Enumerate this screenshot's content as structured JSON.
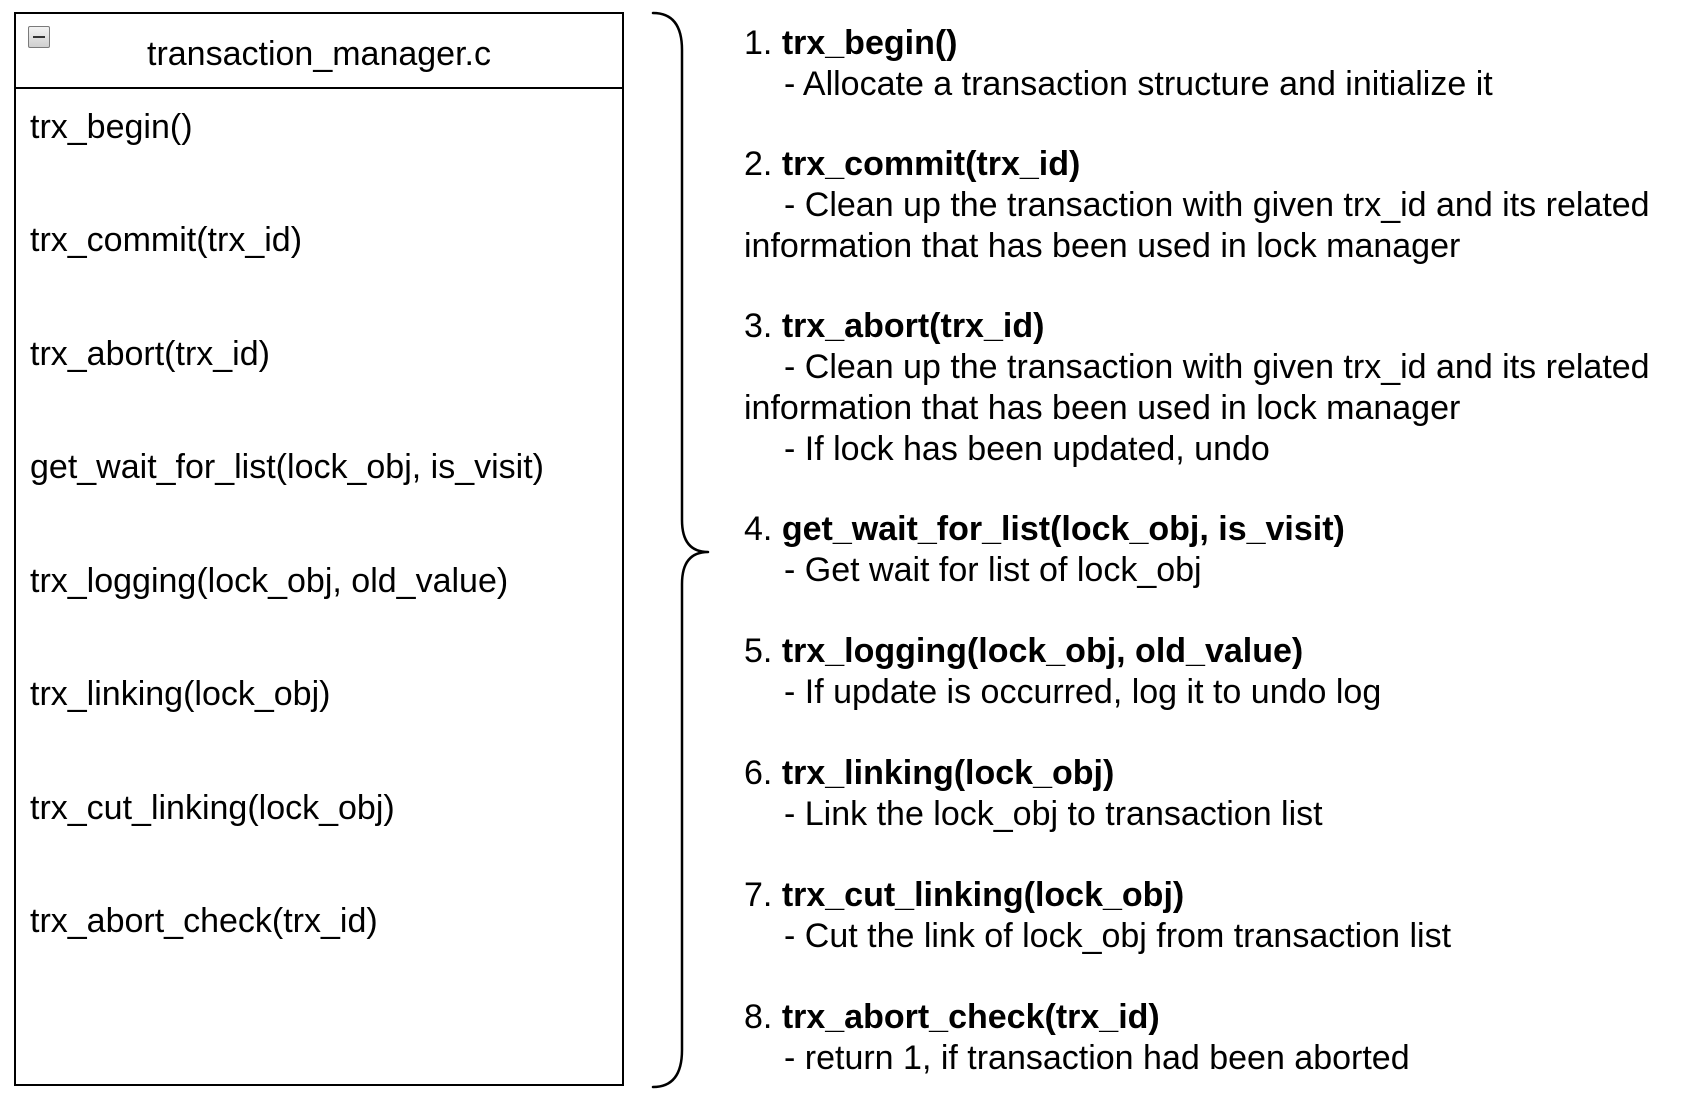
{
  "module": {
    "title": "transaction_manager.c",
    "methods": [
      "trx_begin()",
      "trx_commit(trx_id)",
      "trx_abort(trx_id)",
      "get_wait_for_list(lock_obj, is_visit)",
      "trx_logging(lock_obj, old_value)",
      "trx_linking(lock_obj)",
      "trx_cut_linking(lock_obj)",
      "trx_abort_check(trx_id)"
    ]
  },
  "descriptions": [
    {
      "number": "1.",
      "name": "trx_begin()",
      "lines": [
        "- Allocate a transaction structure and initialize it"
      ]
    },
    {
      "number": "2.",
      "name": "trx_commit(trx_id)",
      "lines": [
        "- Clean up the transaction with given trx_id and its related",
        "information that has been used in lock manager"
      ]
    },
    {
      "number": "3.",
      "name": "trx_abort(trx_id)",
      "lines": [
        "- Clean up the transaction with given trx_id and its related",
        "information that has been used in lock manager",
        "- If lock has been updated, undo"
      ]
    },
    {
      "number": "4.",
      "name": "get_wait_for_list(lock_obj, is_visit)",
      "lines": [
        "- Get wait for list of lock_obj"
      ]
    },
    {
      "number": "5.",
      "name": "trx_logging(lock_obj, old_value)",
      "lines": [
        "- If update is occurred, log it to undo log"
      ]
    },
    {
      "number": "6.",
      "name": "trx_linking(lock_obj)",
      "lines": [
        "- Link the lock_obj to transaction list"
      ]
    },
    {
      "number": "7.",
      "name": "trx_cut_linking(lock_obj)",
      "lines": [
        "- Cut the link of lock_obj from transaction list"
      ]
    },
    {
      "number": "8.",
      "name": "trx_abort_check(trx_id)",
      "lines": [
        "- return 1, if transaction had been aborted"
      ]
    }
  ]
}
